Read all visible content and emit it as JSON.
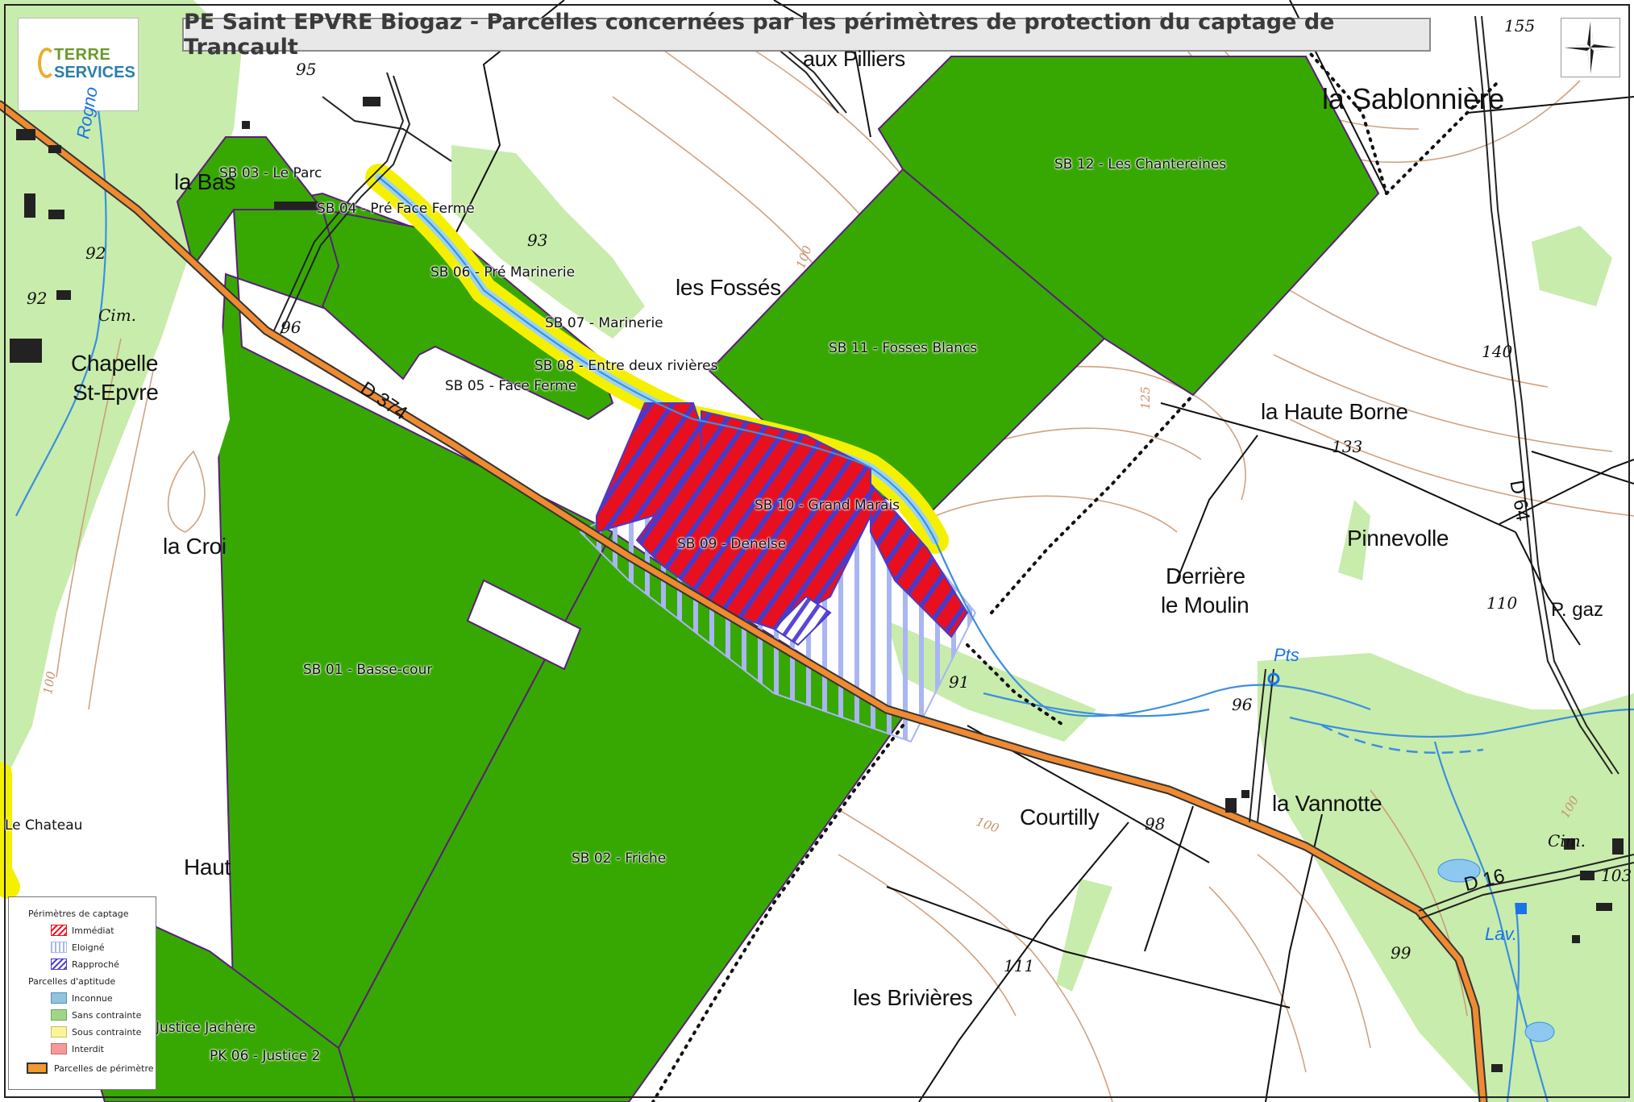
{
  "title": "PE Saint EPVRE Biogaz - Parcelles concernées par les périmètres de protection du captage de Trancault",
  "logo": {
    "line1": "TERRE",
    "line2": "SERVICES"
  },
  "colors": {
    "parcel_green": "#37a802",
    "forest": "#c8ecac",
    "river": "#3b8fe0",
    "road": "#f08a30",
    "contour": "#c9926b",
    "immediat": "#e8101e",
    "rapproche_hatch": "#4a3acb",
    "eloigne_hatch": "#a9b6f2",
    "buffer_yellow": "#f4f000"
  },
  "parcels": [
    {
      "id": "sb01",
      "label": "SB 01 - Basse-cour"
    },
    {
      "id": "sb02",
      "label": "SB 02 - Friche"
    },
    {
      "id": "sb03",
      "label": "SB 03 - Le Parc"
    },
    {
      "id": "sb04",
      "label": "SB 04 - Pré Face Ferme"
    },
    {
      "id": "sb05",
      "label": "SB 05 - Face Ferme"
    },
    {
      "id": "sb06",
      "label": "SB 06 - Pré Marinerie"
    },
    {
      "id": "sb07",
      "label": "SB 07 - Marinerie"
    },
    {
      "id": "sb08",
      "label": "SB 08 - Entre deux rivières"
    },
    {
      "id": "sb09",
      "label": "SB 09 - Denelse"
    },
    {
      "id": "sb10",
      "label": "SB 10 - Grand Marais"
    },
    {
      "id": "sb11",
      "label": "SB 11 - Fosses Blancs"
    },
    {
      "id": "sb12",
      "label": "SB 12 - Les Chantereines"
    },
    {
      "id": "pk06",
      "label": "PK 06 - Justice 2"
    },
    {
      "id": "justice",
      "label": "Justice Jachère"
    }
  ],
  "places": {
    "aux_pilliers": "aux Pilliers",
    "la_sablonniere": "la Sablonnière",
    "les_fosses": "les Fossés",
    "la_bas": "la Bas",
    "chapelle": "Chapelle",
    "st_epvre": "St-Epvre",
    "la_croi": "la Croi",
    "la_haute_borne": "la Haute Borne",
    "pinnevolle": "Pinnevolle",
    "derriere": "Derrière",
    "le_moulin": "le Moulin",
    "p_gaz": "P. gaz",
    "la_vannotte": "la Vannotte",
    "courtilly": "Courtilly",
    "les_brivieres": "les Brivières",
    "le_chateau": "Le Chateau",
    "haut": "Haut",
    "cim1": "Cim.",
    "cim2": "Cim."
  },
  "water_labels": {
    "rogno": "Rogno",
    "pts": "Pts",
    "lav": "Lav."
  },
  "roads": {
    "d374": "D 374",
    "d64": "D 64",
    "d16": "D 16"
  },
  "spot_heights": {
    "h95": "95",
    "h93": "93",
    "h92a": "92",
    "h92b": "92",
    "h96a": "96",
    "h155": "155",
    "h140": "140",
    "h133": "133",
    "h110": "110",
    "h91": "91",
    "h96b": "96",
    "h98": "98",
    "h99": "99",
    "h111": "111",
    "h103": "103"
  },
  "contour_labels": {
    "c100a": "100",
    "c100b": "100",
    "c100c": "100",
    "c125": "125",
    "c100d": "100"
  },
  "legend": {
    "title1": "Périmètres de captage",
    "immediat": "Immédiat",
    "eloigne": "Eloigné",
    "rapproche": "Rapproché",
    "title2": "Parcelles d'aptitude",
    "inconnue": "Inconnue",
    "sans": "Sans contrainte",
    "sous": "Sous contrainte",
    "interdit": "Interdit",
    "perimetre": "Parcelles de périmètre"
  }
}
